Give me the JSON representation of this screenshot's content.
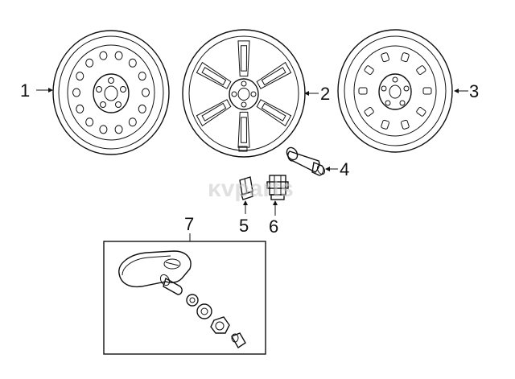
{
  "diagram": {
    "callouts": [
      {
        "id": "1",
        "label": "1"
      },
      {
        "id": "2",
        "label": "2"
      },
      {
        "id": "3",
        "label": "3"
      },
      {
        "id": "4",
        "label": "4"
      },
      {
        "id": "5",
        "label": "5"
      },
      {
        "id": "6",
        "label": "6"
      },
      {
        "id": "7",
        "label": "7"
      }
    ],
    "watermark": {
      "text": "ᴋvparts"
    },
    "colors": {
      "line": "#111111",
      "background": "#ffffff",
      "watermark": "#c8c8c8"
    },
    "icons": {
      "steel_wheel": "steel-wheel-icon",
      "alloy_wheel": "alloy-wheel-icon",
      "spare_wheel": "spare-wheel-icon",
      "valve_stem": "valve-stem-icon",
      "lug_nut": "lug-nut-icon",
      "tpms_sensor": "tpms-sensor-icon"
    }
  }
}
